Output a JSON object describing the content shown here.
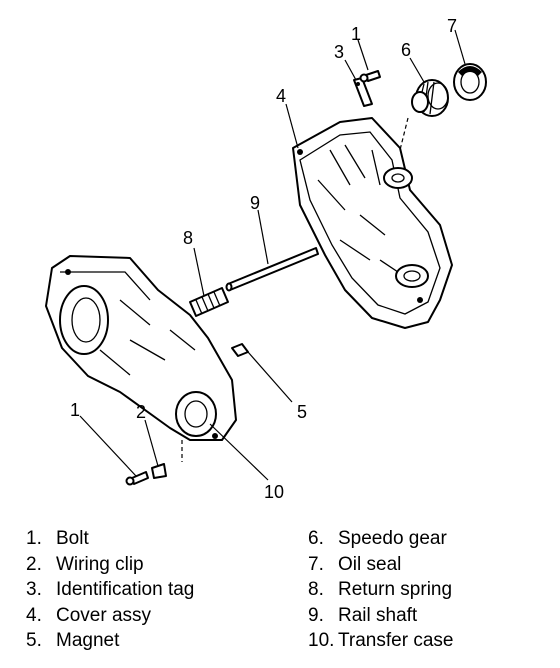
{
  "callouts": [
    "1",
    "2",
    "3",
    "4",
    "5",
    "6",
    "7",
    "8",
    "9",
    "10"
  ],
  "legend": {
    "left": [
      {
        "num": "1.",
        "label": "Bolt"
      },
      {
        "num": "2.",
        "label": "Wiring clip"
      },
      {
        "num": "3.",
        "label": "Identification tag"
      },
      {
        "num": "4.",
        "label": "Cover assy"
      },
      {
        "num": "5.",
        "label": "Magnet"
      }
    ],
    "right": [
      {
        "num": "6.",
        "label": "Speedo gear"
      },
      {
        "num": "7.",
        "label": "Oil seal"
      },
      {
        "num": "8.",
        "label": "Return spring"
      },
      {
        "num": "9.",
        "label": "Rail shaft"
      },
      {
        "num": "10.",
        "label": "Transfer case"
      }
    ]
  }
}
